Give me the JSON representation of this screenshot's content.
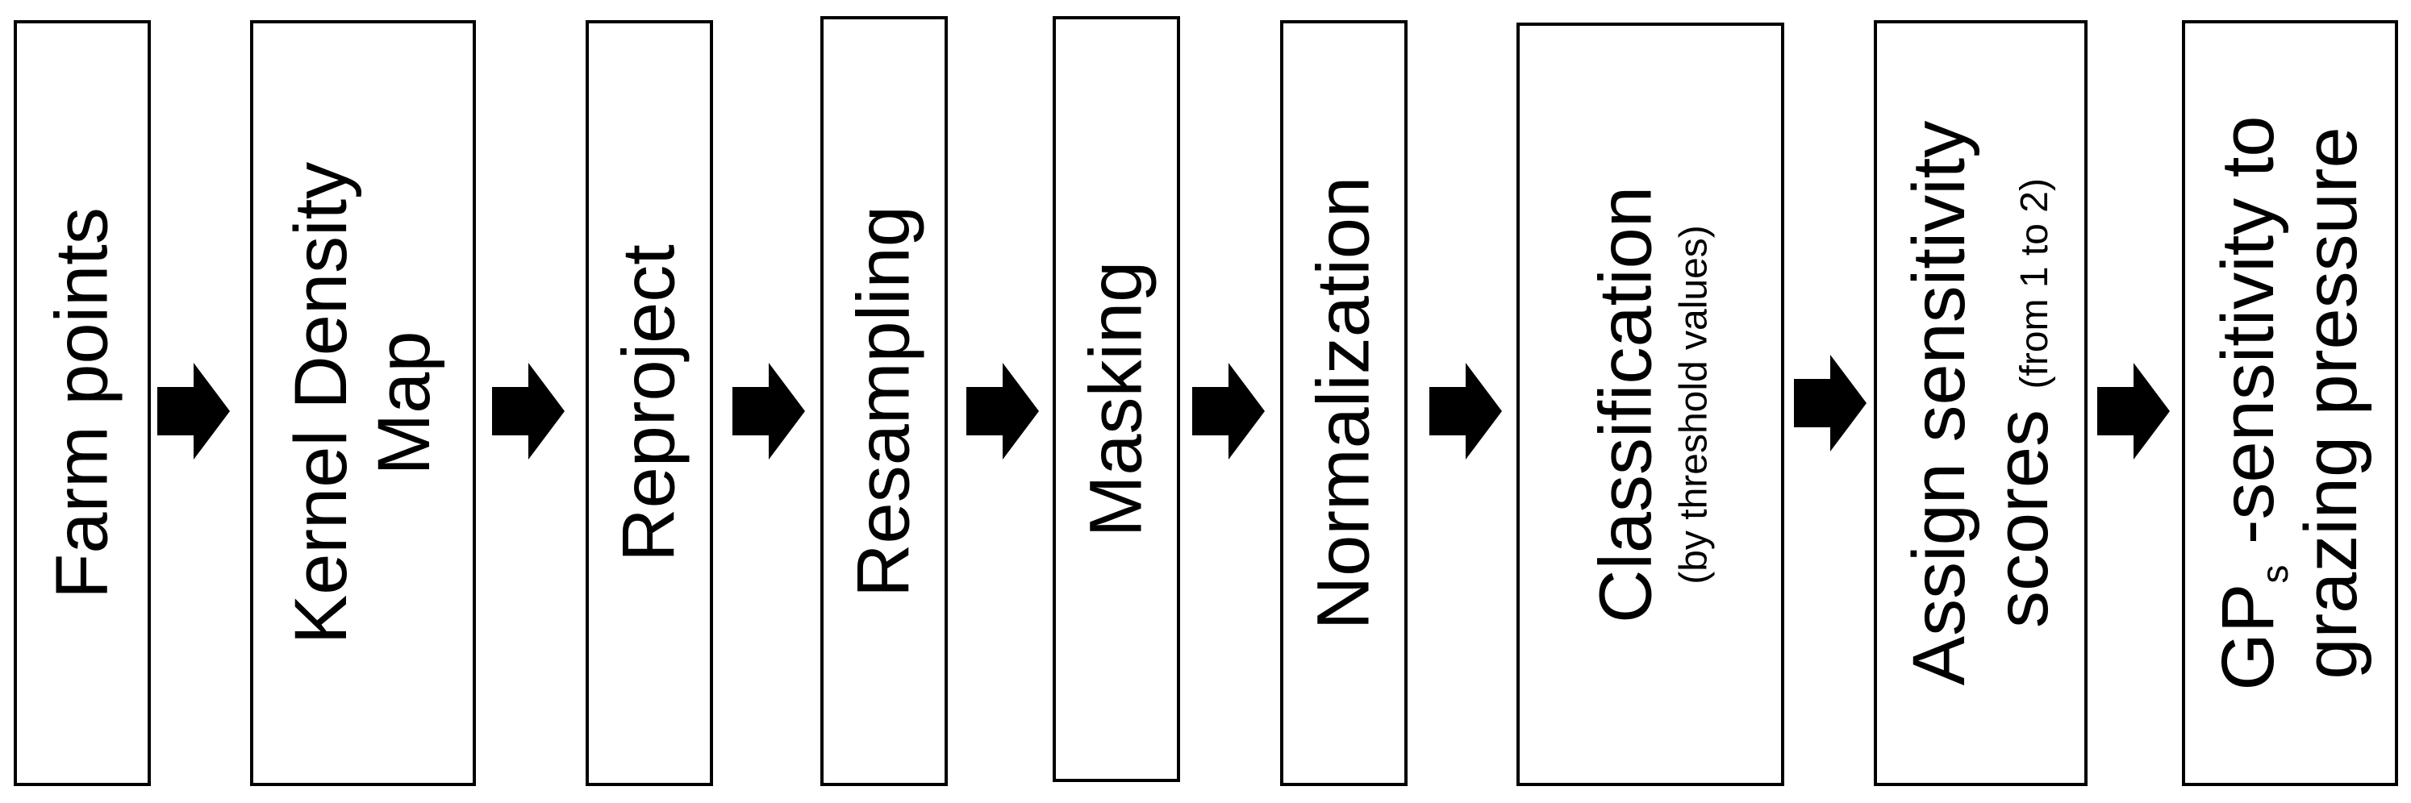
{
  "steps": [
    {
      "id": "farm-points",
      "lines": [
        "Farm points"
      ]
    },
    {
      "id": "kernel-density-map",
      "lines": [
        "Kernel Density",
        "Map"
      ]
    },
    {
      "id": "reproject",
      "lines": [
        "Reproject"
      ]
    },
    {
      "id": "resampling",
      "lines": [
        "Resampling"
      ]
    },
    {
      "id": "masking",
      "lines": [
        "Masking"
      ]
    },
    {
      "id": "normalization",
      "lines": [
        "Normalization"
      ]
    },
    {
      "id": "classification",
      "lines": [
        "Classification"
      ],
      "note": "(by threshold values)"
    },
    {
      "id": "assign-scores",
      "line1": "Assign sensitivity",
      "line2_main": "scores",
      "line2_small": "(from 1 to 2)"
    },
    {
      "id": "gps",
      "line1_main": "GP",
      "line1_sub": "s",
      "line1_rest": "-sensitivity to",
      "line2": "grazing pressure"
    }
  ],
  "arrow_icon": "right-arrow-icon",
  "colors": {
    "stroke": "#000000",
    "fill": "#ffffff",
    "arrow": "#000000"
  }
}
